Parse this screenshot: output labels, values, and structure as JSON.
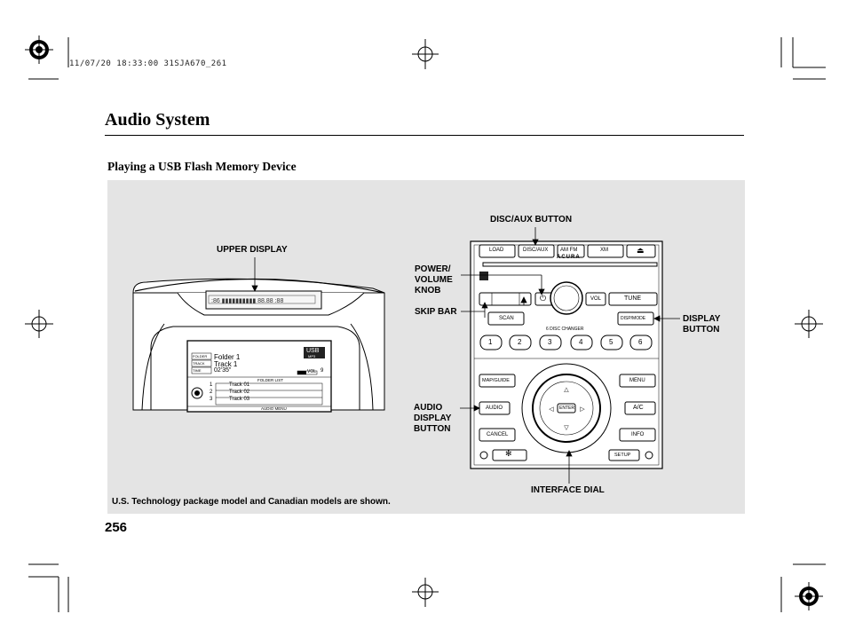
{
  "header": {
    "print_id": "11/07/20 18:33:00 31SJA670_261",
    "section_title": "Audio System",
    "subheading": "Playing a USB Flash Memory Device"
  },
  "figure": {
    "callouts": {
      "upper_display": "UPPER DISPLAY",
      "disc_aux_button": "DISC/AUX BUTTON",
      "power_volume_knob": [
        "POWER/",
        "VOLUME",
        "KNOB"
      ],
      "skip_bar": "SKIP BAR",
      "display_button": [
        "DISPLAY",
        "BUTTON"
      ],
      "audio_display_button": [
        "AUDIO",
        "DISPLAY",
        "BUTTON"
      ],
      "interface_dial": "INTERFACE DIAL"
    },
    "lower_screen": {
      "folder_tab": "FOLDER",
      "track_tab": "TRACK",
      "time_tab": "TIME",
      "folder_value": "Folder 1",
      "track_value": "Track 1",
      "time_value": "02'35\"",
      "source_badge": "USB",
      "format_badge": "MP3",
      "vol_label": "VOL",
      "vol_value": "9",
      "folder_list": "FOLDER LIST",
      "tracks": [
        {
          "num": "1",
          "name": "Track 01"
        },
        {
          "num": "2",
          "name": "Track 02"
        },
        {
          "num": "3",
          "name": "Track 03"
        }
      ],
      "audio_menu": "AUDIO MENU"
    },
    "panel_buttons": {
      "load": "LOAD",
      "disc_aux": "DISC/AUX",
      "am_fm": "AM FM",
      "xm": "XM",
      "eject": "⏏",
      "brand": "ACURA",
      "scan": "SCAN",
      "power": "⏻",
      "vol": "VOL",
      "tune": "TUNE",
      "disp_mode": "DISP/MODE",
      "disc_changer": "6 DISC CHANGER",
      "presets": [
        "1",
        "2",
        "3",
        "4",
        "5",
        "6"
      ],
      "map_guide": "MAP/GUIDE",
      "menu": "MENU",
      "audio": "AUDIO",
      "ac": "A/C",
      "cancel": "CANCEL",
      "info": "INFO",
      "setup": "SETUP",
      "enter": "ENTER"
    },
    "caption": "U.S. Technology package model and Canadian models are shown."
  },
  "footer": {
    "page_number": "256"
  }
}
